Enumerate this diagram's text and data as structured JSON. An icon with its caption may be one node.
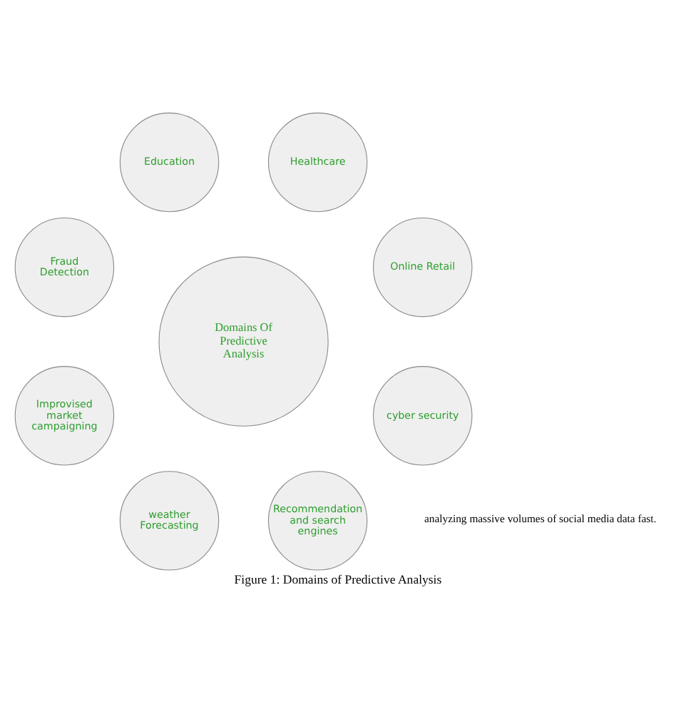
{
  "diagram": {
    "caption": "Figure 1: Domains of Predictive Analysis",
    "nodes": [
      {
        "text": [
          "Domains Of Predictive Analysis"
        ]
      },
      {
        "text": [
          "Online Retail"
        ]
      },
      {
        "text": [
          "Healthcare"
        ]
      },
      {
        "text": [
          "Education"
        ]
      },
      {
        "text": [
          "Fraud Detection"
        ]
      },
      {
        "text": [
          "Improvised market campaigning"
        ]
      },
      {
        "text": [
          "weather Forecasting"
        ]
      },
      {
        "text": [
          "Recommendation and search engines"
        ]
      },
      {
        "text": [
          "cyber security"
        ]
      }
    ],
    "labels": [
      "analyzing massive volumes of social media data fast."
    ]
  }
}
